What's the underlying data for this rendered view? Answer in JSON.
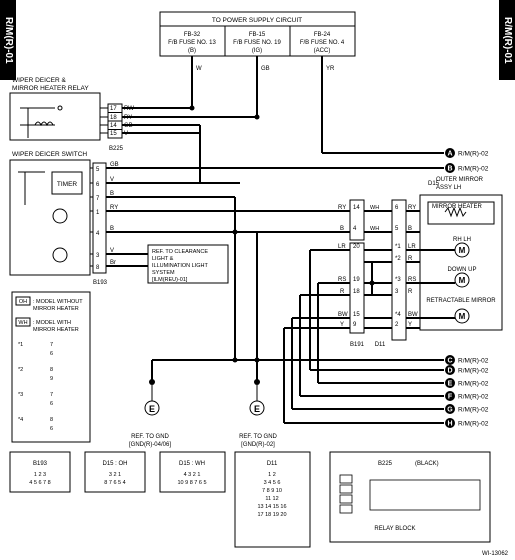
{
  "side_tab": "R/M(R)-01",
  "power": {
    "title": "TO POWER SUPPLY CIRCUIT",
    "fuses": [
      {
        "name": "FB-32",
        "line1": "F/B FUSE NO. 13",
        "line2": "(B)",
        "wire": "W"
      },
      {
        "name": "FB-15",
        "line1": "F/B FUSE NO. 19",
        "line2": "(IG)",
        "wire": "GB"
      },
      {
        "name": "FB-24",
        "line1": "F/B FUSE NO. 4",
        "line2": "(ACC)",
        "wire": "YR"
      }
    ]
  },
  "relay": {
    "title_line1": "WIPER DEICER &",
    "title_line2": "MIRROR HEATER RELAY",
    "pins": [
      {
        "wire": "RW",
        "pin": "17"
      },
      {
        "wire": "RY",
        "pin": "18"
      },
      {
        "wire": "GB",
        "pin": "14"
      },
      {
        "wire": "V",
        "pin": "15"
      }
    ],
    "connector": "B225"
  },
  "switch": {
    "title": "WIPER DEICER SWITCH",
    "timer": "TIMER",
    "pins": [
      {
        "pin": "5",
        "wire": "GB"
      },
      {
        "pin": "6",
        "wire": "V"
      },
      {
        "pin": "7",
        "wire": "B"
      },
      {
        "pin": "1",
        "wire": "RY"
      },
      {
        "pin": "4",
        "wire": "B"
      },
      {
        "pin": "3",
        "wire": "V"
      },
      {
        "pin": "8",
        "wire": "Br"
      }
    ],
    "connector": "B193"
  },
  "ref_clearance": [
    "REF. TO CLEARANCE",
    "LIGHT &",
    "ILLUMINATION LIGHT",
    "SYSTEM",
    "[ILM(REU)-01]"
  ],
  "mirror": {
    "connector": "D15",
    "title_line1": "OUTER MIRROR",
    "title_line2": "ASSY LH",
    "heater": "MIRROR HEATER",
    "rh_lh": "RH  LH",
    "down_up": "DOWN  UP",
    "retractable": "RETRACTABLE MIRROR"
  },
  "middle": {
    "rows": [
      {
        "wire_l": "RY",
        "pin_l": "14",
        "wh": "WH",
        "pin_r": "6",
        "wire_r": "RY"
      },
      {
        "wire_l": "B",
        "pin_l": "4",
        "wh": "WH",
        "pin_r": "5",
        "wire_r": "B"
      },
      {
        "wire_l": "LR",
        "pin_l": "20",
        "wh": "",
        "pin_r": "*1",
        "wire_r": "LR"
      },
      {
        "wire_l": "",
        "pin_l": "",
        "wh": "",
        "pin_r": "*2",
        "wire_r": "R"
      },
      {
        "wire_l": "RS",
        "pin_l": "19",
        "wh": "",
        "pin_r": "*3",
        "wire_r": "RS"
      },
      {
        "wire_l": "R",
        "pin_l": "18",
        "wh": "",
        "pin_r": "3",
        "wire_r": "R"
      },
      {
        "wire_l": "BW",
        "pin_l": "15",
        "wh": "",
        "pin_r": "*4",
        "wire_r": "BW"
      },
      {
        "wire_l": "Y",
        "pin_l": "9",
        "wh": "",
        "pin_r": "2",
        "wire_r": "Y"
      }
    ],
    "conn_left": "B191",
    "conn_right": "D11"
  },
  "refs_right": [
    {
      "letter": "A",
      "text": "R/M(R)-02"
    },
    {
      "letter": "B",
      "text": "R/M(R)-02"
    },
    {
      "letter": "C",
      "text": "R/M(R)-02"
    },
    {
      "letter": "D",
      "text": "R/M(R)-02"
    },
    {
      "letter": "E",
      "text": "R/M(R)-02"
    },
    {
      "letter": "F",
      "text": "R/M(R)-02"
    },
    {
      "letter": "G",
      "text": "R/M(R)-02"
    },
    {
      "letter": "H",
      "text": "R/M(R)-02"
    }
  ],
  "legend": {
    "oh_label": "OH",
    "oh_text1": ": MODEL WITHOUT",
    "oh_text2": "MIRROR HEATER",
    "wh_label": "WH",
    "wh_text1": ": MODEL WITH",
    "wh_text2": "MIRROR HEATER",
    "rows": [
      {
        "star": "*1",
        "oh": "7",
        "wh": "6"
      },
      {
        "star": "*2",
        "oh": "8",
        "wh": "9"
      },
      {
        "star": "*3",
        "oh": "7",
        "wh": "6"
      },
      {
        "star": "*4",
        "oh": "8",
        "wh": "6"
      }
    ]
  },
  "grounds": [
    {
      "letter": "E",
      "text1": "REF. TO GND",
      "text2": "[GND(R)-04/06]"
    },
    {
      "letter": "E",
      "text1": "REF. TO GND",
      "text2": "[GND(R)-02]"
    }
  ],
  "connectors": [
    {
      "name": "B193",
      "rows": [
        "1 2 3",
        "4 5 6 7 8"
      ]
    },
    {
      "name": "D15 : OH",
      "rows": [
        "3    2 1",
        "8 7 6 5 4"
      ]
    },
    {
      "name": "D15 : WH",
      "rows": [
        "4 3    2 1",
        "10 9 8 7 6 5"
      ]
    },
    {
      "name": "D11",
      "rows": [
        "1 2",
        "3 4 5 6",
        "7 8 9 10",
        "11 12",
        "13 14 15 16",
        "17 18 19 20"
      ]
    },
    {
      "name": "B225",
      "suffix": "(BLACK)",
      "footer": "RELAY BLOCK"
    }
  ],
  "doc_id": "WI-13062"
}
